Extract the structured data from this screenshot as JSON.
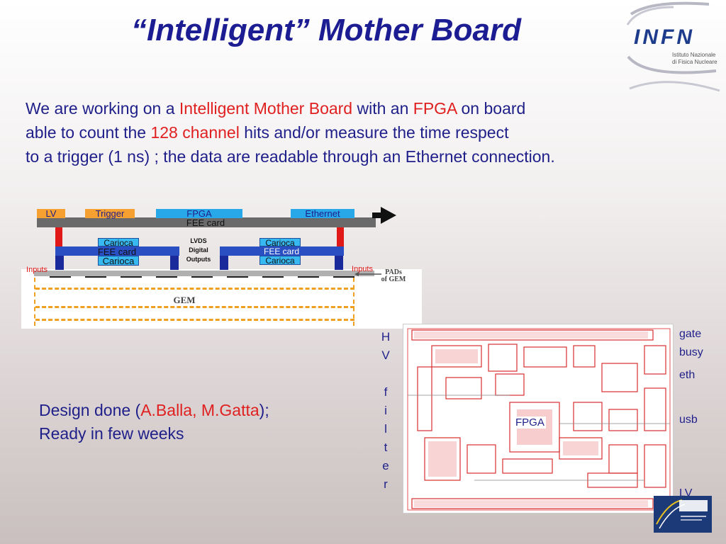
{
  "slide": {
    "title": "“Intelligent” Mother Board",
    "intro": {
      "line1_a": "We are working on a ",
      "line1_b": "Intelligent Mother Board",
      "line1_c": " with an ",
      "line1_d": "FPGA",
      "line1_e": " on board",
      "line2_a": "able to count the ",
      "line2_b": "128 channel",
      "line2_c": " hits and/or  measure the time respect",
      "line3": "to a trigger (1 ns) ; the data are readable through an Ethernet connection."
    },
    "design": {
      "a": "Design done (",
      "b": "A.Balla, M.Gatta",
      "c": ");",
      "line2": "Ready in few weeks"
    }
  },
  "logo": {
    "name": "INFN",
    "sub1": "Istituto Nazionale",
    "sub2": "di Fisica Nucleare"
  },
  "diagram": {
    "top_bar": {
      "lv": "LV",
      "trigger": "Trigger",
      "fpga": "FPGA",
      "ethernet": "Ethernet",
      "fee_card": "FEE card"
    },
    "left_fee": {
      "carioca_top": "Carioca",
      "fee_card": "FEE card",
      "carioca_bottom": "Carioca"
    },
    "right_fee": {
      "carioca_top": "Carioca",
      "fee_card": "FEE card",
      "carioca_bottom": "Carioca"
    },
    "lvds": {
      "l1": "LVDS",
      "l2": "Digital",
      "l3": "Outputs"
    },
    "inputs_left": "Inputs",
    "inputs_right": "Inputs",
    "pads": {
      "l1": "PADs",
      "l2": "of GEM"
    },
    "gem": "GEM"
  },
  "board": {
    "fpga_label": "FPGA",
    "hv_filter": [
      "H",
      "V",
      "",
      "f",
      "i",
      "l",
      "t",
      "e",
      "r"
    ],
    "connectors": {
      "gate": "gate",
      "busy": "busy",
      "eth": "eth",
      "usb": "usb",
      "lv": "LV"
    }
  },
  "colors": {
    "title": "#1c1c93",
    "text": "#1f1f8a",
    "highlight": "#e02020",
    "fee_blue": "#2a4fc2",
    "top_orange": "#f5a030",
    "top_blue": "#28a8e8",
    "carioca": "#38b8f0"
  }
}
